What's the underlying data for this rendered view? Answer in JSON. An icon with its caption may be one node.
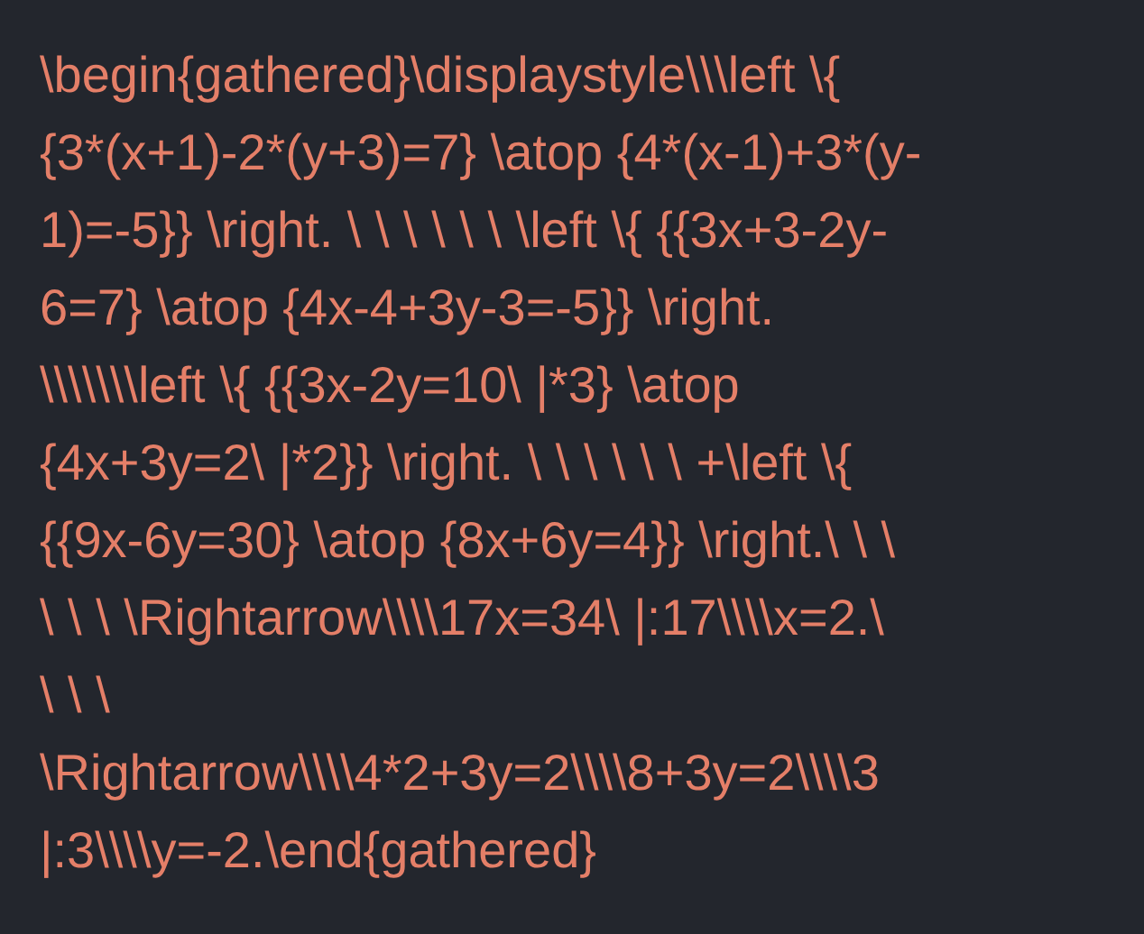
{
  "diagram": {
    "labels": [
      "\\begin{gathered}\\displaystyle\\\\\\left \\{",
      "{3*(x+1)-2*(y+3)=7} \\atop {4*(x-1)+3*(y-",
      "1)=-5}} \\right. \\ \\ \\ \\ \\ \\ \\left \\{ {{3x+3-2y-",
      "6=7} \\atop {4x-4+3y-3=-5}} \\right.",
      "\\\\\\\\\\\\\\left \\{ {{3x-2y=10\\ |*3} \\atop",
      "{4x+3y=2\\ |*2}} \\right. \\ \\ \\ \\ \\ \\ +\\left \\{",
      "{{9x-6y=30} \\atop {8x+6y=4}} \\right.\\ \\ \\",
      "\\ \\ \\ \\Rightarrow\\\\\\\\17x=34\\ |:17\\\\\\\\x=2.\\",
      "\\ \\ \\",
      "\\Rightarrow\\\\\\\\4*2+3y=2\\\\\\\\8+3y=2\\\\\\\\3",
      "|:3\\\\\\\\y=-2.\\end{gathered}"
    ]
  }
}
